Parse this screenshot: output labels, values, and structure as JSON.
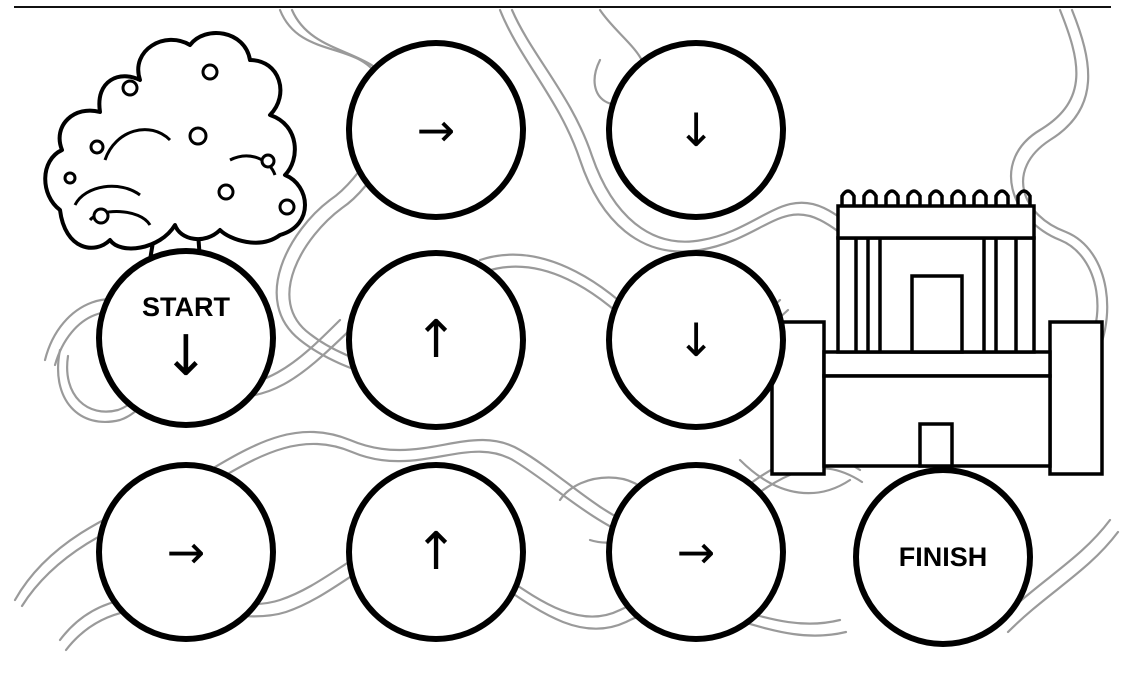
{
  "board": {
    "cells": [
      {
        "id": "start",
        "label": "START",
        "arrow": "↓"
      },
      {
        "id": "right-top",
        "label": "",
        "arrow": "→"
      },
      {
        "id": "down-top",
        "label": "",
        "arrow": "↓"
      },
      {
        "id": "up-middle",
        "label": "",
        "arrow": "↑"
      },
      {
        "id": "down-middle",
        "label": "",
        "arrow": "↓"
      },
      {
        "id": "right-bottom-left",
        "label": "",
        "arrow": "→"
      },
      {
        "id": "up-bottom",
        "label": "",
        "arrow": "↑"
      },
      {
        "id": "right-bottom",
        "label": "",
        "arrow": "→"
      },
      {
        "id": "finish",
        "label": "FINISH",
        "arrow": ""
      }
    ]
  },
  "illustrations": {
    "tree": "apple-tree-icon",
    "temple": "temple-icon"
  },
  "colors": {
    "ink": "#000000",
    "paths": "#9a9a9a",
    "background": "#ffffff"
  }
}
